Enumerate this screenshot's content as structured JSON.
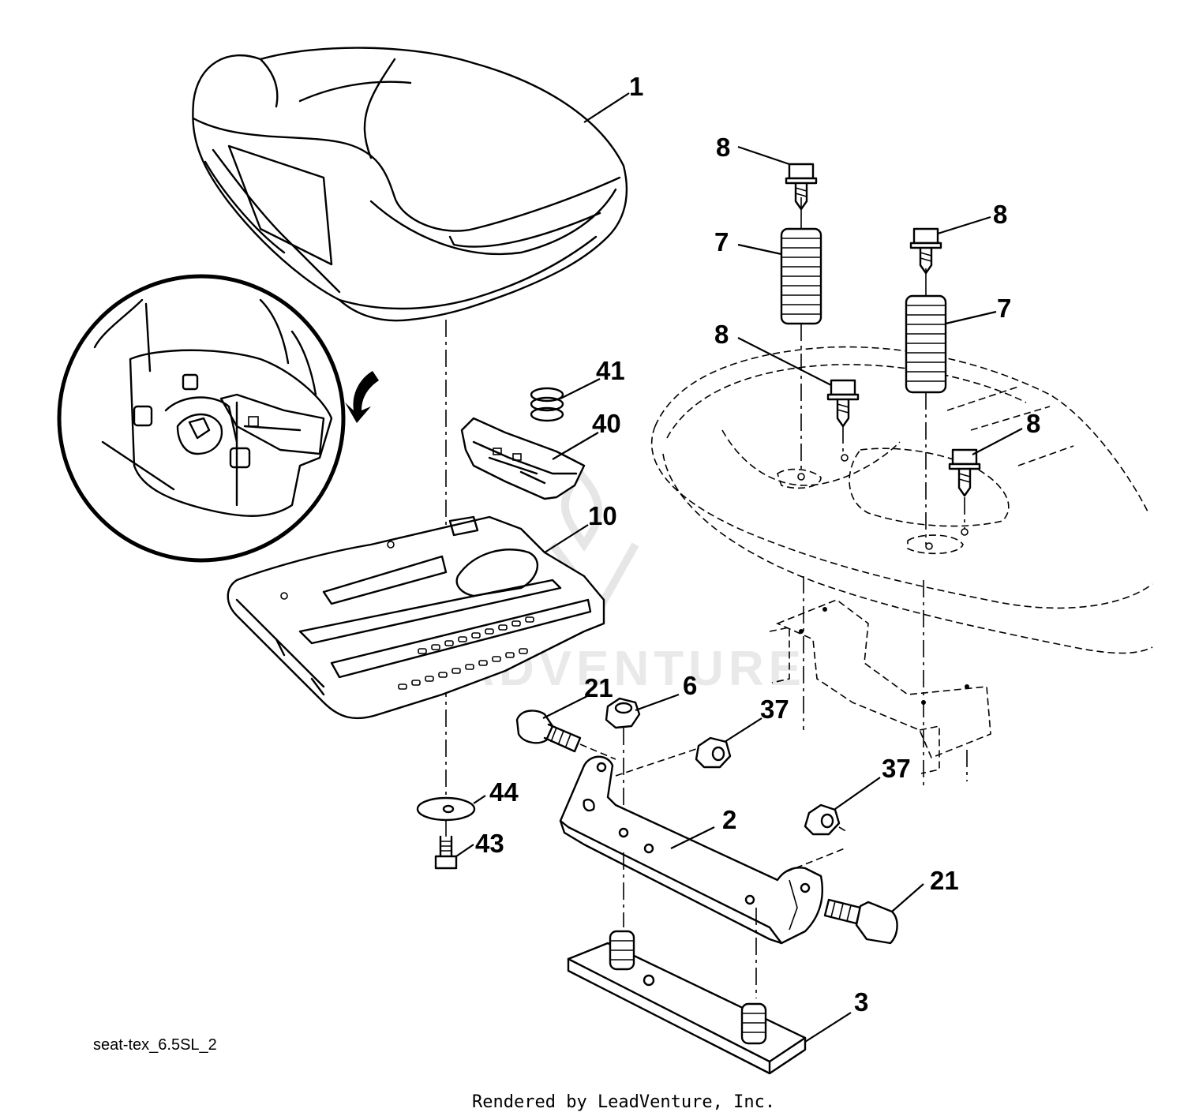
{
  "diagram": {
    "watermark": "LEADVENTURE",
    "drawing_code": "seat-tex_6.5SL_2",
    "credit": "Rendered by LeadVenture, Inc.",
    "callouts": {
      "seat": "1",
      "spring_left": "7",
      "spring_right": "7",
      "bolt_left_top": "8",
      "bolt_right_top": "8",
      "bolt_left_bottom": "8",
      "bolt_right_bottom": "8",
      "spring_small": "41",
      "clip": "40",
      "seat_pan": "10",
      "bolt_left": "21",
      "nut_center": "6",
      "nut_upper": "37",
      "nut_lower": "37",
      "washer": "44",
      "bolt_small": "43",
      "bracket": "2",
      "bolt_right": "21",
      "plate": "3"
    }
  }
}
